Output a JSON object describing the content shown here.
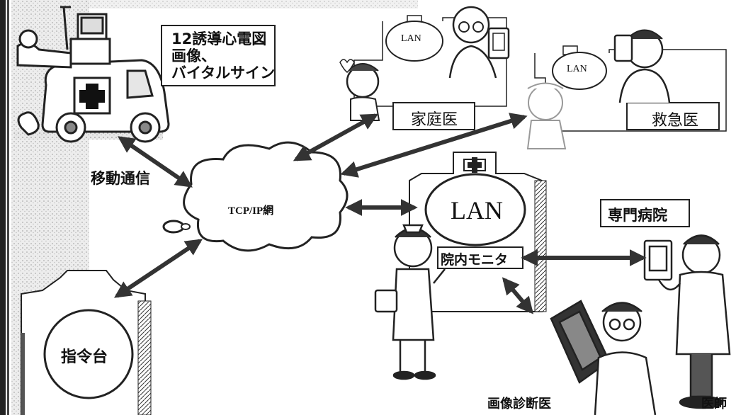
{
  "ambulance_info": {
    "line1": "12誘導心電図",
    "line2": "画像、",
    "line3": "バイタルサイン"
  },
  "labels": {
    "mobile_comm": "移動通信",
    "network": "TCP/IP網",
    "dispatch": "指令台",
    "family_doctor": "家庭医",
    "emergency_doctor": "救急医",
    "hospital_lan": "LAN",
    "lan_family": "LAN",
    "lan_emergency": "LAN",
    "in_hospital_monitor": "院内モニタ",
    "specialty_hospital": "専門病院",
    "imaging_doctor": "画像診断医",
    "physician": "医師"
  }
}
